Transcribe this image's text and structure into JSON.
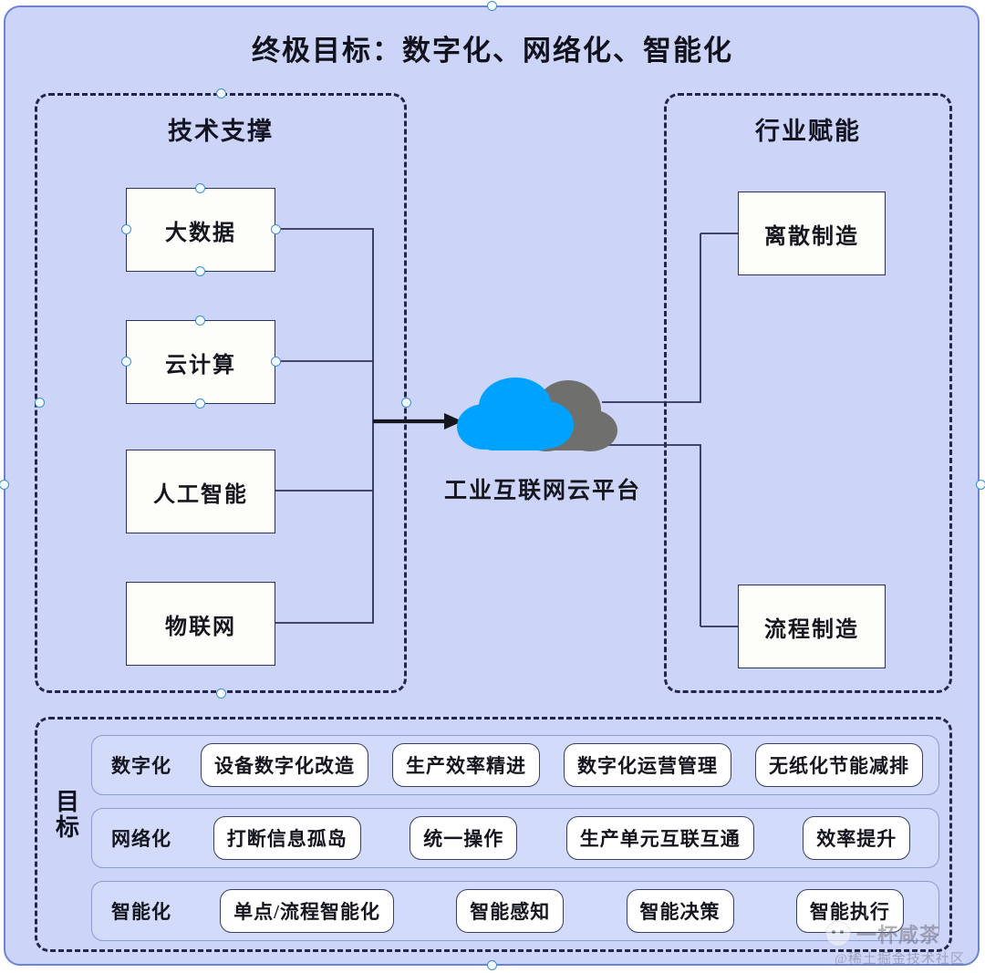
{
  "title": "终极目标：数字化、网络化、智能化",
  "panels": {
    "tech": {
      "title": "技术支撑"
    },
    "industry": {
      "title": "行业赋能"
    },
    "goal": {
      "side_label_1": "目",
      "side_label_2": "标"
    }
  },
  "tech_nodes": [
    {
      "label": "大数据"
    },
    {
      "label": "云计算"
    },
    {
      "label": "人工智能"
    },
    {
      "label": "物联网"
    }
  ],
  "industry_nodes": [
    {
      "label": "离散制造"
    },
    {
      "label": "流程制造"
    }
  ],
  "cloud": {
    "label": "工业互联网云平台",
    "front_color": "#00a2ff",
    "back_color": "#6f6f6d"
  },
  "goal_rows": [
    {
      "category": "数字化",
      "items": [
        "设备数字化改造",
        "生产效率精进",
        "数字化运营管理",
        "无纸化节能减排"
      ]
    },
    {
      "category": "网络化",
      "items": [
        "打断信息孤岛",
        "统一操作",
        "生产单元互联互通",
        "效率提升"
      ]
    },
    {
      "category": "智能化",
      "items": [
        "单点/流程智能化",
        "智能感知",
        "智能决策",
        "智能执行"
      ]
    }
  ],
  "watermark": {
    "name": "一杯咸茶",
    "sub": "@稀土掘金技术社区"
  },
  "colors": {
    "canvas_bg": "#ccd5f8",
    "frame_border": "#6c83d4",
    "dashed_border": "#23264a",
    "node_fill": "#fdfdfa",
    "node_border": "#2d3258",
    "wire": "#2d3258",
    "handle": "#3f8fd0"
  }
}
